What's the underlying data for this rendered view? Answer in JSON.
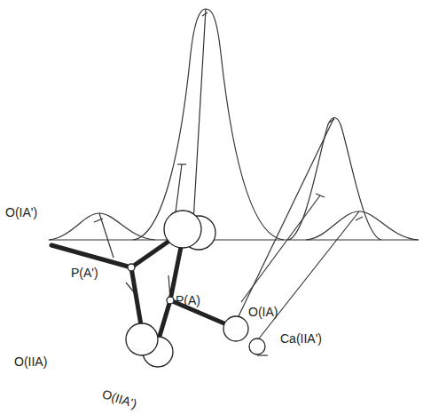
{
  "diagram": {
    "labels": [
      "O(IA')",
      "P(A')",
      "O(IIA)",
      "O(IIA')",
      "P(A)",
      "O(IA)",
      "Ca(IIA')"
    ]
  }
}
